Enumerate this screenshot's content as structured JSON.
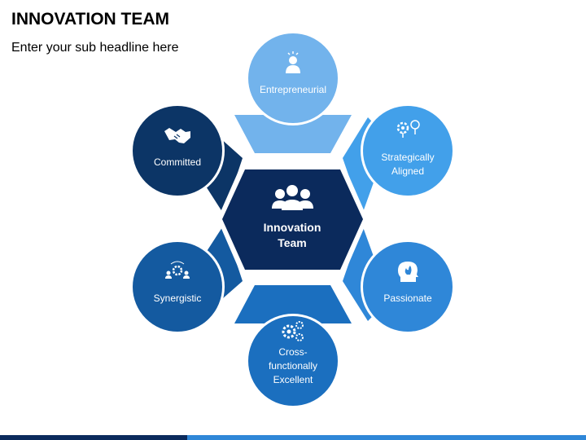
{
  "header": {
    "title": "INNOVATION TEAM",
    "subtitle": "Enter your sub headline here"
  },
  "center": {
    "line1": "Innovation",
    "line2": "Team",
    "icon": "team-icon"
  },
  "nodes": [
    {
      "key": "entrepreneurial",
      "lines": [
        "Entrepreneurial"
      ],
      "icon": "person-idea-icon",
      "color": "#72b3ec"
    },
    {
      "key": "strategically-aligned",
      "lines": [
        "Strategically",
        "Aligned"
      ],
      "icon": "gear-bulb-icon",
      "color": "#42a0ea"
    },
    {
      "key": "passionate",
      "lines": [
        "Passionate"
      ],
      "icon": "head-flame-icon",
      "color": "#2f87d8"
    },
    {
      "key": "cross-functionally-excellent",
      "lines": [
        "Cross-",
        "functionally",
        "Excellent"
      ],
      "icon": "gears-icon",
      "color": "#1b6fbf"
    },
    {
      "key": "synergistic",
      "lines": [
        "Synergistic"
      ],
      "icon": "people-gear-icon",
      "color": "#145aa0"
    },
    {
      "key": "committed",
      "lines": [
        "Committed"
      ],
      "icon": "handshake-icon",
      "color": "#0c3566"
    }
  ],
  "colors": {
    "center": "#0b2a5c",
    "center_border": "#ffffff",
    "bottom_dark": "#0b2a5c",
    "bottom_light": "#2f87d8"
  }
}
